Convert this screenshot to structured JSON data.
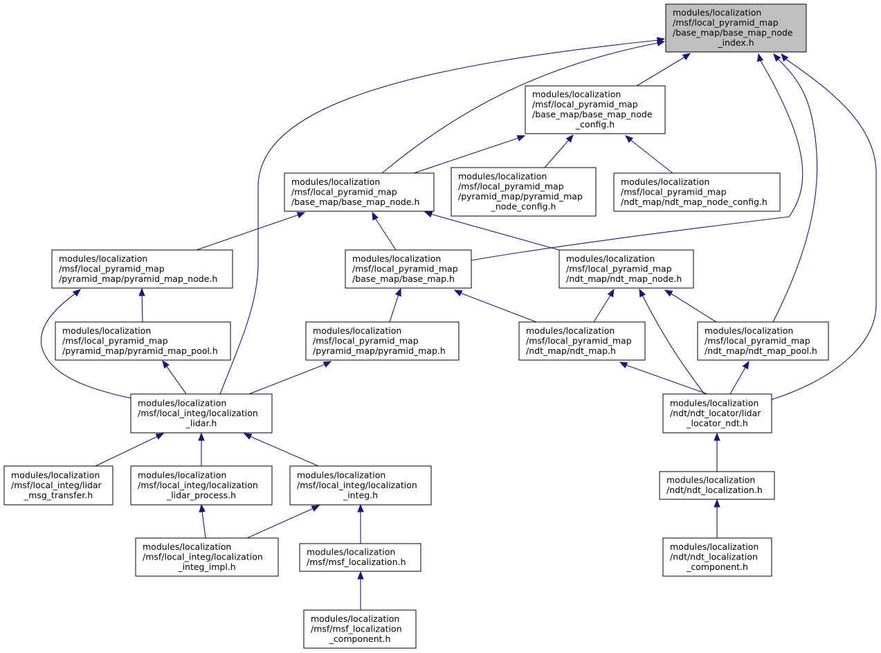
{
  "diagram": {
    "type": "include-dependency-graph",
    "nodes": [
      {
        "id": "n0",
        "root": true,
        "lines": [
          "modules/localization",
          "/msf/local_pyramid_map",
          "/base_map/base_map_node",
          "_index.h"
        ]
      },
      {
        "id": "n1",
        "lines": [
          "modules/localization",
          "/msf/local_pyramid_map",
          "/base_map/base_map_node",
          "_config.h"
        ]
      },
      {
        "id": "n2",
        "lines": [
          "modules/localization",
          "/msf/local_pyramid_map",
          "/base_map/base_map_node.h"
        ]
      },
      {
        "id": "n3",
        "lines": [
          "modules/localization",
          "/msf/local_pyramid_map",
          "/pyramid_map/pyramid_map",
          "_node_config.h"
        ]
      },
      {
        "id": "n4",
        "lines": [
          "modules/localization",
          "/msf/local_pyramid_map",
          "/ndt_map/ndt_map_node_config.h"
        ]
      },
      {
        "id": "n5",
        "lines": [
          "modules/localization",
          "/msf/local_pyramid_map",
          "/pyramid_map/pyramid_map_node.h"
        ]
      },
      {
        "id": "n6",
        "lines": [
          "modules/localization",
          "/msf/local_pyramid_map",
          "/base_map/base_map.h"
        ]
      },
      {
        "id": "n7",
        "lines": [
          "modules/localization",
          "/msf/local_pyramid_map",
          "/ndt_map/ndt_map_node.h"
        ]
      },
      {
        "id": "n8",
        "lines": [
          "modules/localization",
          "/msf/local_pyramid_map",
          "/pyramid_map/pyramid_map_pool.h"
        ]
      },
      {
        "id": "n9",
        "lines": [
          "modules/localization",
          "/msf/local_pyramid_map",
          "/pyramid_map/pyramid_map.h"
        ]
      },
      {
        "id": "n10",
        "lines": [
          "modules/localization",
          "/msf/local_pyramid_map",
          "/ndt_map/ndt_map.h"
        ]
      },
      {
        "id": "n11",
        "lines": [
          "modules/localization",
          "/msf/local_pyramid_map",
          "/ndt_map/ndt_map_pool.h"
        ]
      },
      {
        "id": "n12",
        "lines": [
          "modules/localization",
          "/msf/local_integ/localization",
          "_lidar.h"
        ]
      },
      {
        "id": "n13",
        "lines": [
          "modules/localization",
          "/ndt/ndt_locator/lidar",
          "_locator_ndt.h"
        ]
      },
      {
        "id": "n14",
        "lines": [
          "modules/localization",
          "/msf/local_integ/lidar",
          "_msg_transfer.h"
        ]
      },
      {
        "id": "n15",
        "lines": [
          "modules/localization",
          "/msf/local_integ/localization",
          "_lidar_process.h"
        ]
      },
      {
        "id": "n16",
        "lines": [
          "modules/localization",
          "/msf/local_integ/localization",
          "_integ.h"
        ]
      },
      {
        "id": "n17",
        "lines": [
          "modules/localization",
          "/ndt/ndt_localization.h"
        ]
      },
      {
        "id": "n18",
        "lines": [
          "modules/localization",
          "/msf/local_integ/localization",
          "_integ_impl.h"
        ]
      },
      {
        "id": "n19",
        "lines": [
          "modules/localization",
          "/msf/msf_localization.h"
        ]
      },
      {
        "id": "n20",
        "lines": [
          "modules/localization",
          "/ndt/ndt_localization",
          "_component.h"
        ]
      },
      {
        "id": "n21",
        "lines": [
          "modules/localization",
          "/msf/msf_localization",
          "_component.h"
        ]
      }
    ],
    "edges": [
      {
        "from": "n1",
        "to": "n0"
      },
      {
        "from": "n2",
        "to": "n0"
      },
      {
        "from": "n12",
        "to": "n0"
      },
      {
        "from": "n6",
        "to": "n0"
      },
      {
        "from": "n11",
        "to": "n0"
      },
      {
        "from": "n13",
        "to": "n0"
      },
      {
        "from": "n2",
        "to": "n1"
      },
      {
        "from": "n3",
        "to": "n1"
      },
      {
        "from": "n4",
        "to": "n1"
      },
      {
        "from": "n5",
        "to": "n2"
      },
      {
        "from": "n6",
        "to": "n2"
      },
      {
        "from": "n7",
        "to": "n2"
      },
      {
        "from": "n8",
        "to": "n5"
      },
      {
        "from": "n12",
        "to": "n5"
      },
      {
        "from": "n9",
        "to": "n6"
      },
      {
        "from": "n10",
        "to": "n6"
      },
      {
        "from": "n10",
        "to": "n7"
      },
      {
        "from": "n11",
        "to": "n7"
      },
      {
        "from": "n13",
        "to": "n7"
      },
      {
        "from": "n12",
        "to": "n8"
      },
      {
        "from": "n12",
        "to": "n9"
      },
      {
        "from": "n13",
        "to": "n10"
      },
      {
        "from": "n13",
        "to": "n11"
      },
      {
        "from": "n14",
        "to": "n12"
      },
      {
        "from": "n15",
        "to": "n12"
      },
      {
        "from": "n16",
        "to": "n12"
      },
      {
        "from": "n17",
        "to": "n13"
      },
      {
        "from": "n18",
        "to": "n15"
      },
      {
        "from": "n18",
        "to": "n16"
      },
      {
        "from": "n19",
        "to": "n16"
      },
      {
        "from": "n20",
        "to": "n17"
      },
      {
        "from": "n21",
        "to": "n19"
      }
    ]
  }
}
